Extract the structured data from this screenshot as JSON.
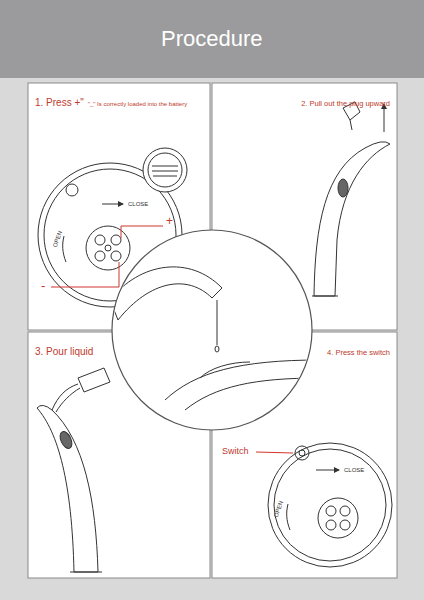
{
  "diagram": {
    "title": "Procedure",
    "nodes": [
      {
        "text": [
          "1. Press +\"",
          "\"_\" Is correctly loaded into the battery"
        ]
      },
      {
        "text": [
          "2. Pull out the plug upward"
        ]
      },
      {
        "text": [
          "3. Pour liquid"
        ]
      },
      {
        "text": [
          "4. Press the switch"
        ]
      }
    ],
    "labels": [
      "+",
      "CLOSE",
      "OPEN",
      "-",
      "Switch",
      "CLOSE",
      "OPEN"
    ]
  }
}
